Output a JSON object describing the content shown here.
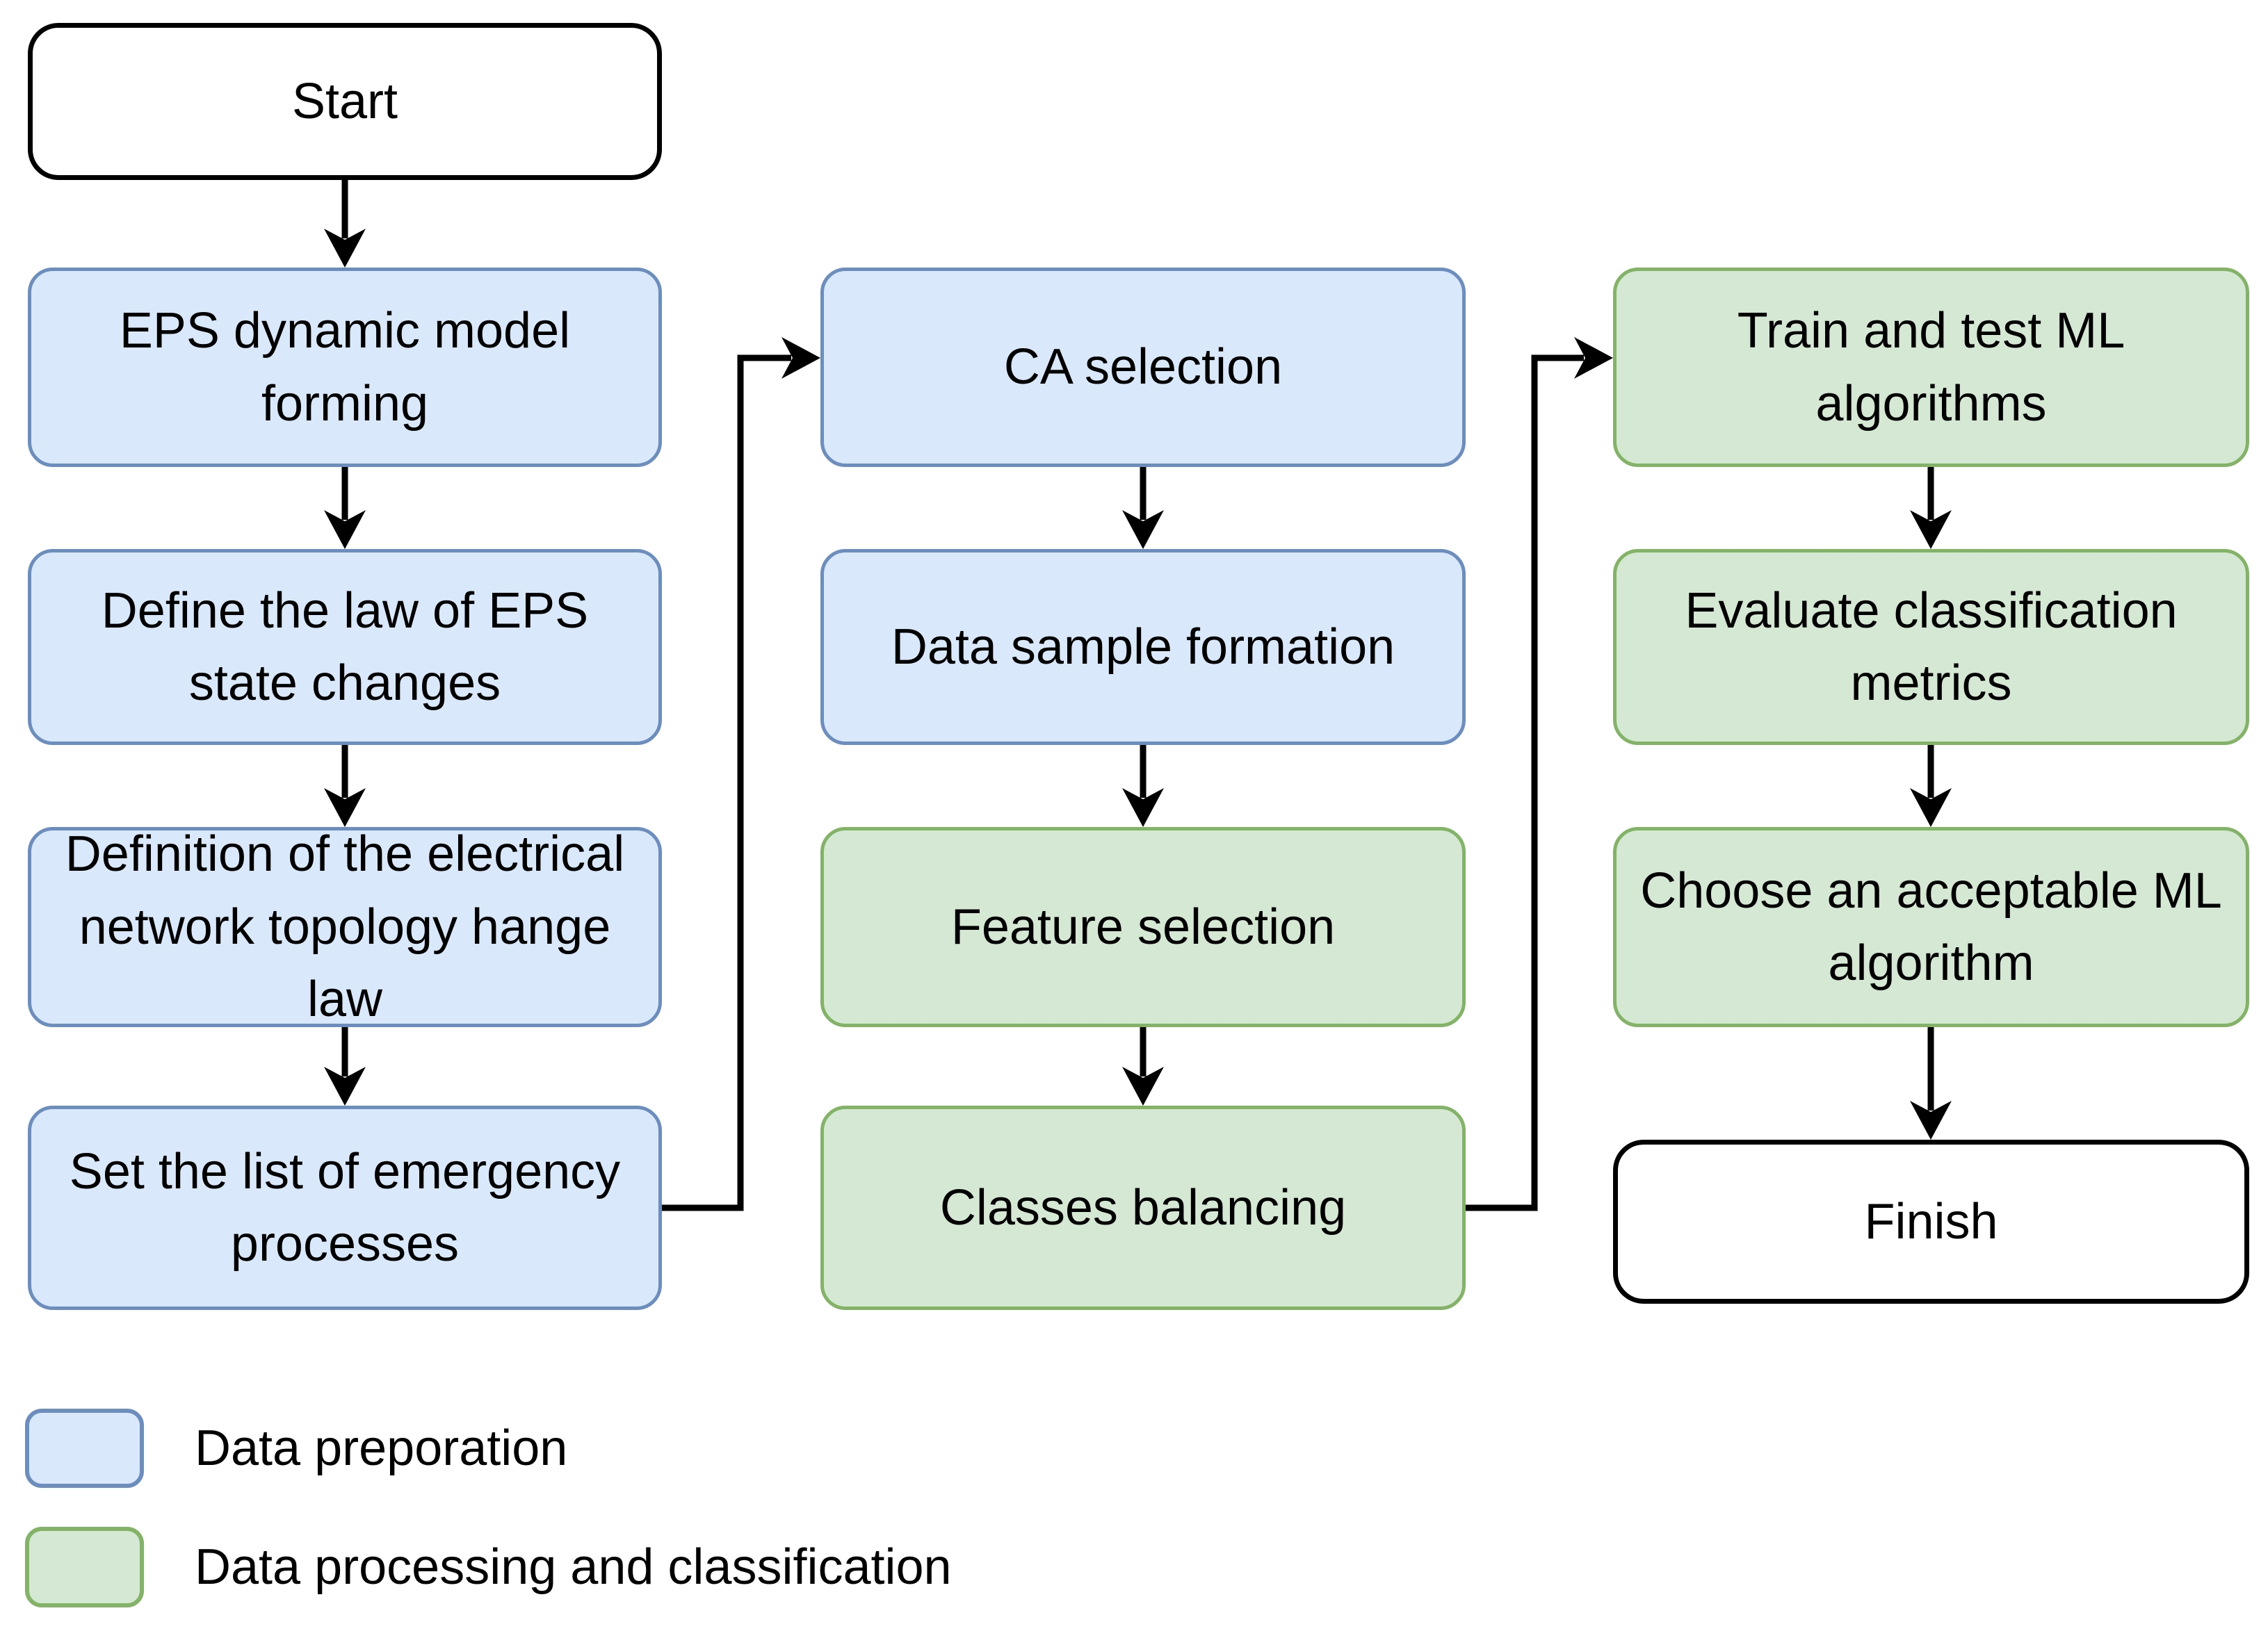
{
  "nodes": {
    "start": "Start",
    "eps": "EPS dynamic model\nforming",
    "law": "Define the law of EPS\nstate changes",
    "topology": "Definition of the electrical\nnetwork topology hange\nlaw",
    "emergency": "Set the list of emergency\nprocesses",
    "ca": "CA selection",
    "sample": "Data sample formation",
    "feature": "Feature selection",
    "balancing": "Classes balancing",
    "train": "Train and test ML\nalgorithms",
    "evaluate": "Evaluate classification\nmetrics",
    "choose": "Choose an acceptable ML\nalgorithm",
    "finish": "Finish"
  },
  "legend": {
    "items": [
      {
        "label": "Data preporation",
        "fill": "#dae8fc",
        "border": "#6c8ebf"
      },
      {
        "label": "Data processing and classification",
        "fill": "#d5e8d4",
        "border": "#82b366"
      }
    ]
  },
  "colors": {
    "blue_fill": "#dae8fc",
    "blue_stroke": "#6c8ebf",
    "green_fill": "#d5e8d4",
    "green_stroke": "#82b366",
    "terminal_fill": "#ffffff",
    "terminal_stroke": "#000000",
    "arrow": "#000000",
    "text": "#000000",
    "background": "#ffffff"
  }
}
